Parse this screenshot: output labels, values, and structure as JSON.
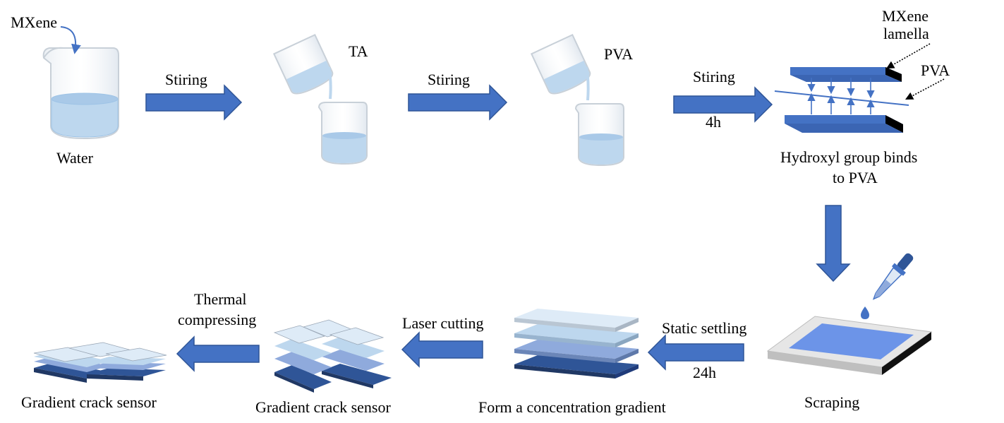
{
  "labels": {
    "mxene": "MXene",
    "water": "Water",
    "stiring1": "Stiring",
    "ta": "TA",
    "stiring2": "Stiring",
    "pva_add": "PVA",
    "stiring3": "Stiring",
    "time_4h": "4h",
    "mxene_lamella_line1": "MXene",
    "mxene_lamella_line2": "lamella",
    "pva_label": "PVA",
    "binds_line1": "Hydroxyl group binds",
    "binds_line2": "to PVA",
    "scraping": "Scraping",
    "static_settling": "Static settling",
    "time_24h": "24h",
    "concentration": "Form a concentration gradient",
    "laser_cutting": "Laser cutting",
    "sensor_middle": "Gradient crack sensor",
    "thermal_line1": "Thermal",
    "thermal_line2": "compressing",
    "sensor_final": "Gradient crack sensor"
  },
  "colors": {
    "arrow_fill": "#4472C4",
    "arrow_stroke": "#2F5597",
    "liquid": "#BDD7EE",
    "liquid_dark": "#9DC3E6",
    "lamella_top": "#4472C4",
    "lamella_side": "#000000",
    "layer_1": "#DEEBF7",
    "layer_2": "#BDD7EE",
    "layer_3": "#8FAADC",
    "layer_4": "#2F5597",
    "substrate_fill": "#6C94E8"
  }
}
